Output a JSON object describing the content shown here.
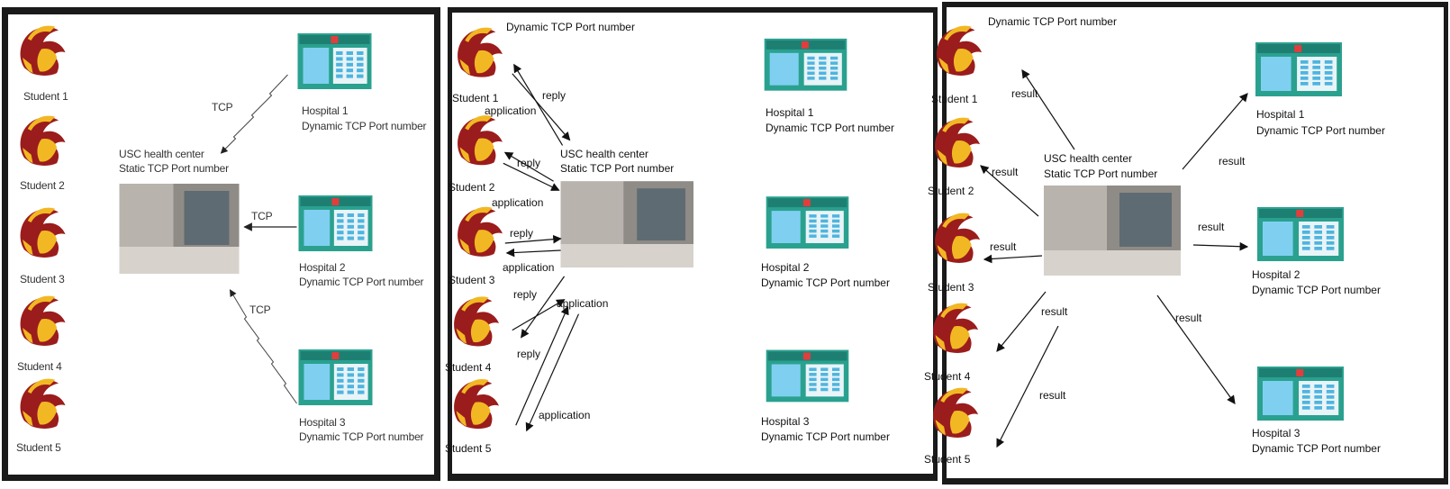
{
  "panels": [
    {
      "students": [
        "Student 1",
        "Student 2",
        "Student 3",
        "Student 4",
        "Student 5"
      ],
      "center": [
        "USC health center",
        "Static TCP Port number"
      ],
      "hospitals": [
        [
          "Hospital 1",
          "Dynamic TCP Port number"
        ],
        [
          "Hospital 2",
          "Dynamic TCP Port number"
        ],
        [
          "Hospital 3",
          "Dynamic TCP Port number"
        ]
      ],
      "links": [
        "TCP",
        "TCP",
        "TCP"
      ]
    },
    {
      "top_label": "Dynamic TCP Port number",
      "students": [
        "Student 1",
        "Student 2",
        "Student 3",
        "Student 4",
        "Student 5"
      ],
      "center": [
        "USC health center",
        "Static TCP Port number"
      ],
      "hospitals": [
        [
          "Hospital 1",
          "Dynamic TCP Port number"
        ],
        [
          "Hospital 2",
          "Dynamic TCP Port number"
        ],
        [
          "Hospital 3",
          "Dynamic TCP Port number"
        ]
      ],
      "links": [
        "reply",
        "application",
        "reply",
        "application",
        "reply",
        "application",
        "reply",
        "application",
        "reply",
        "application"
      ]
    },
    {
      "top_label": "Dynamic TCP Port number",
      "students": [
        "Student 1",
        "Student 2",
        "Student 3",
        "Student 4",
        "Student 5"
      ],
      "center": [
        "USC health center",
        "Static TCP Port number"
      ],
      "hospitals": [
        [
          "Hospital 1",
          "Dynamic TCP Port number"
        ],
        [
          "Hospital 2",
          "Dynamic TCP Port number"
        ],
        [
          "Hospital 3",
          "Dynamic TCP Port number"
        ]
      ],
      "links": [
        "result",
        "result",
        "result",
        "result",
        "result",
        "result",
        "result",
        "result"
      ]
    }
  ]
}
